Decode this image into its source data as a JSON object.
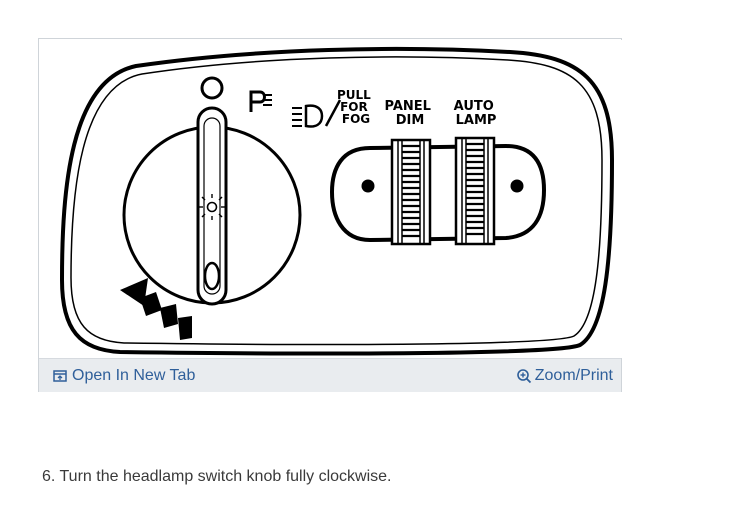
{
  "figure": {
    "labels": {
      "pull_for_fog": [
        "PULL",
        "FOR",
        "FOG"
      ],
      "panel_dim": [
        "PANEL",
        "DIM"
      ],
      "auto_lamp": [
        "AUTO",
        "LAMP"
      ]
    },
    "icons": {
      "off_position": "ring-icon",
      "parking_lamp": "parking-lamp-icon",
      "headlamp": "headlamp-icon",
      "knob_lamp": "lamp-icon",
      "rotation_arrow": "arrow-icon"
    }
  },
  "caption_bar": {
    "open_label": "Open In New Tab",
    "zoom_label": "Zoom/Print",
    "open_icon": "open-tab-icon",
    "zoom_icon": "zoom-icon",
    "link_color": "#2f5f9a"
  },
  "instruction": {
    "text": "6. Turn the headlamp switch knob fully clockwise."
  }
}
